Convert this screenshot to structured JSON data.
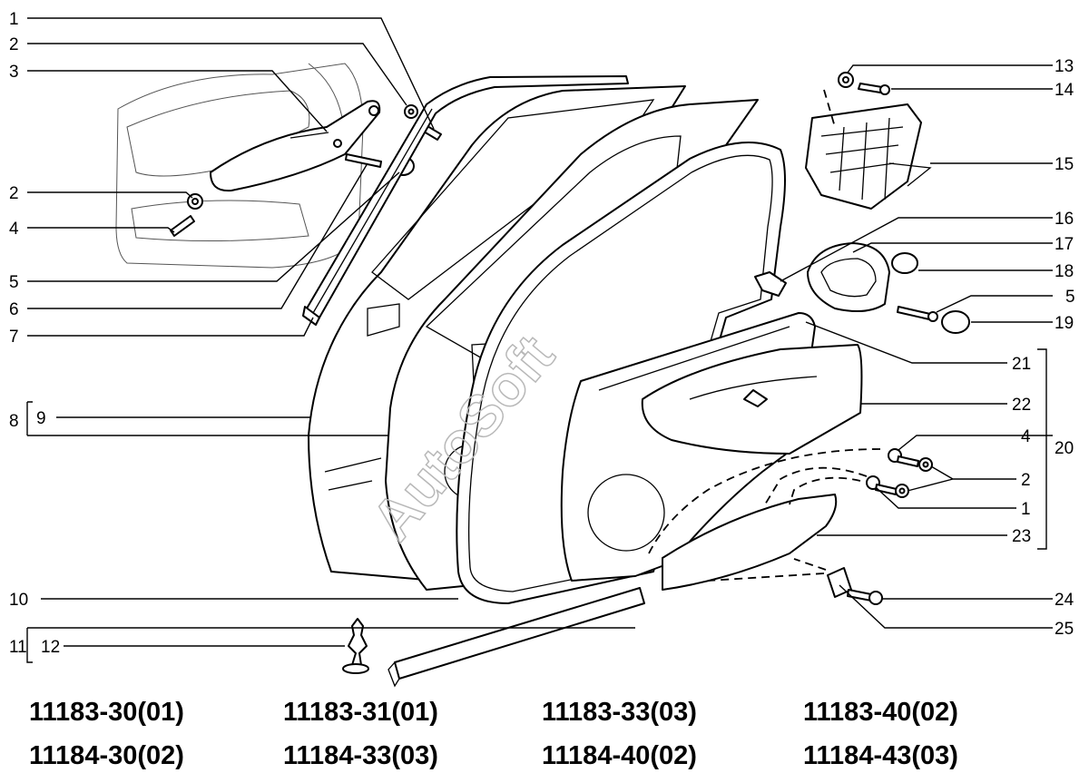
{
  "watermark": "AutoSoft",
  "callouts_left": [
    {
      "id": "c1",
      "text": "1"
    },
    {
      "id": "c2a",
      "text": "2"
    },
    {
      "id": "c3",
      "text": "3"
    },
    {
      "id": "c2b",
      "text": "2"
    },
    {
      "id": "c4a",
      "text": "4"
    },
    {
      "id": "c5a",
      "text": "5"
    },
    {
      "id": "c6",
      "text": "6"
    },
    {
      "id": "c7",
      "text": "7"
    },
    {
      "id": "c8",
      "text": "8"
    },
    {
      "id": "c9",
      "text": "9"
    },
    {
      "id": "c10",
      "text": "10"
    },
    {
      "id": "c11",
      "text": "11"
    },
    {
      "id": "c12",
      "text": "12"
    }
  ],
  "callouts_right": [
    {
      "id": "c13",
      "text": "13"
    },
    {
      "id": "c14",
      "text": "14"
    },
    {
      "id": "c15",
      "text": "15"
    },
    {
      "id": "c16",
      "text": "16"
    },
    {
      "id": "c17",
      "text": "17"
    },
    {
      "id": "c18",
      "text": "18"
    },
    {
      "id": "c5b",
      "text": "5"
    },
    {
      "id": "c19",
      "text": "19"
    },
    {
      "id": "c21",
      "text": "21"
    },
    {
      "id": "c22",
      "text": "22"
    },
    {
      "id": "c20",
      "text": "20"
    },
    {
      "id": "c4b",
      "text": "4"
    },
    {
      "id": "c2c",
      "text": "2"
    },
    {
      "id": "c1b",
      "text": "1"
    },
    {
      "id": "c23",
      "text": "23"
    },
    {
      "id": "c24",
      "text": "24"
    },
    {
      "id": "c25",
      "text": "25"
    }
  ],
  "model_codes": [
    "11183-30(01)",
    "11183-31(01)",
    "11183-33(03)",
    "11183-40(02)",
    "11184-30(02)",
    "11184-33(03)",
    "11184-40(02)",
    "11184-43(03)"
  ]
}
